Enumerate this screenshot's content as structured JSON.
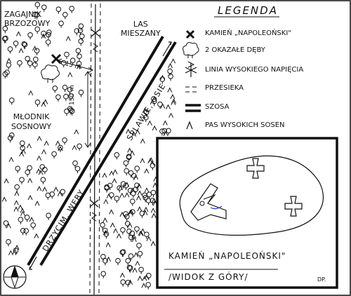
{
  "map": {
    "areas": {
      "birch_grove": [
        "ZAGAJNIK",
        "BRZOZOWY"
      ],
      "mixed_forest": [
        "LAS",
        "MIESZANY"
      ],
      "young_pines": [
        "MŁODNIK",
        "SOSNOWY"
      ]
    },
    "roads": {
      "lower_road": "DRZYCIM, WERY",
      "upper_road": "SPLAWIE, OSIE"
    },
    "distances": {
      "stone_to_oaks": "15 m",
      "along_powerline": "150 m"
    }
  },
  "legend": {
    "title": "LEGENDA",
    "items": [
      {
        "symbol": "x-mark-icon",
        "label": "KAMIEŃ „NAPOLEOŃSKI\""
      },
      {
        "symbol": "oak-tree-icon",
        "label": "2 OKAZAŁE DĘBY"
      },
      {
        "symbol": "powerline-icon",
        "label": "LINIA WYSOKIEGO NAPIĘCIA"
      },
      {
        "symbol": "dashed-line-icon",
        "label": "PRZESIEKA"
      },
      {
        "symbol": "double-line-icon",
        "label": "SZOSA"
      },
      {
        "symbol": "pine-icon",
        "label": "PAS WYSOKICH SOSEN"
      }
    ]
  },
  "inset": {
    "title": "KAMIEŃ „NAPOLEOŃSKI\"",
    "subtitle": "/WIDOK Z GÓRY/",
    "author": "DP."
  }
}
